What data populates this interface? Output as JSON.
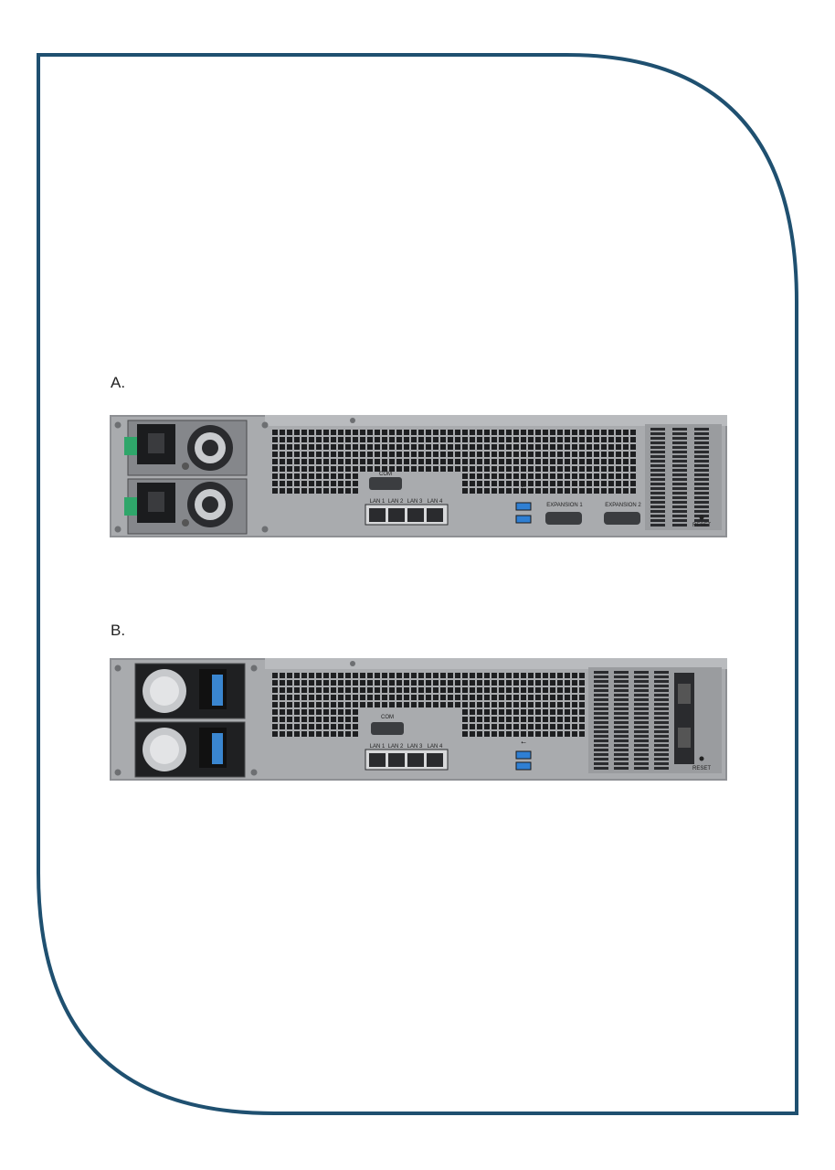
{
  "colors": {
    "frame": "#1f5070",
    "chassis": "#a9abae",
    "vent_hole": "#1e1f21",
    "usb_blue": "#2f7fd3",
    "latch_green": "#2fa66a",
    "latch_blue": "#3a86d0"
  },
  "panel_a": {
    "label": "A.",
    "com_label": "COM",
    "lan_labels": [
      "LAN 1",
      "LAN 2",
      "LAN 3",
      "LAN 4"
    ],
    "expansion_1_label": "EXPANSION 1",
    "expansion_2_label": "EXPANSION 2",
    "reset_label": "RESET"
  },
  "panel_b": {
    "label": "B.",
    "com_label": "COM",
    "lan_labels": [
      "LAN 1",
      "LAN 2",
      "LAN 3",
      "LAN 4"
    ],
    "reset_label": "RESET"
  }
}
